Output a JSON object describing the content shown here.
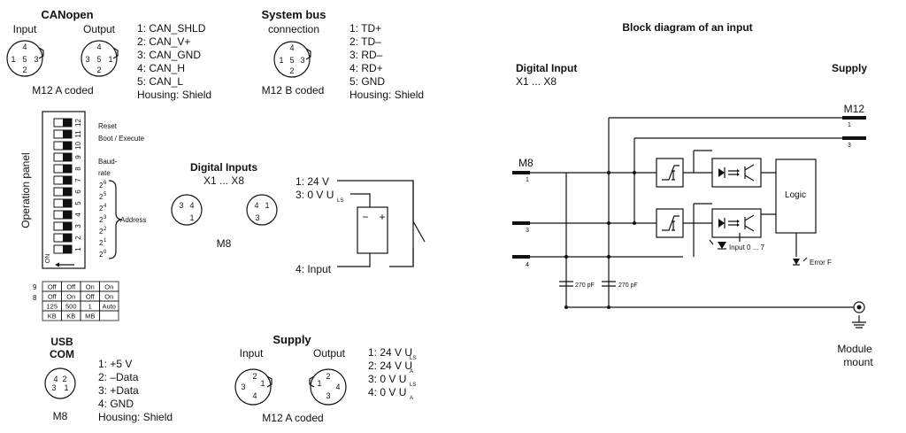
{
  "canopen": {
    "title": "CANopen",
    "input_label": "Input",
    "output_label": "Output",
    "input_pins": [
      "4",
      "1",
      "5",
      "3",
      "2"
    ],
    "output_pins": [
      "4",
      "3",
      "5",
      "1",
      "2"
    ],
    "coding": "M12 A coded",
    "pinout": [
      "1: CAN_SHLD",
      "2: CAN_V+",
      "3: CAN_GND",
      "4: CAN_H",
      "5: CAN_L",
      "Housing: Shield"
    ]
  },
  "sysbus": {
    "title": "System bus",
    "subtitle": "connection",
    "pins": [
      "4",
      "1",
      "5",
      "3",
      "2"
    ],
    "coding": "M12 B coded",
    "pinout": [
      "1: TD+",
      "2: TD–",
      "3: RD–",
      "4: RD+",
      "5: GND",
      "Housing: Shield"
    ]
  },
  "panel": {
    "title": "Operation panel",
    "switch_numbers": [
      "12",
      "11",
      "10",
      "9",
      "8",
      "7",
      "6",
      "5",
      "4",
      "3",
      "2",
      "1"
    ],
    "on_label": "ON",
    "labels": {
      "reset": "Reset",
      "boot": "Boot / Execute",
      "baud1": "Baud-",
      "baud2": "rate",
      "address": "Address"
    },
    "powers": [
      {
        "base": "2",
        "exp": "6"
      },
      {
        "base": "2",
        "exp": "5"
      },
      {
        "base": "2",
        "exp": "4"
      },
      {
        "base": "2",
        "exp": "3"
      },
      {
        "base": "2",
        "exp": "2"
      },
      {
        "base": "2",
        "exp": "1"
      },
      {
        "base": "2",
        "exp": "0"
      }
    ],
    "table_row_labels": [
      "9",
      "8"
    ],
    "table": [
      [
        "Off",
        "Off",
        "On",
        "On"
      ],
      [
        "Off",
        "On",
        "Off",
        "On"
      ],
      [
        "125",
        "500",
        "1",
        "Auto"
      ],
      [
        "KB",
        "KB",
        "MB",
        ""
      ]
    ]
  },
  "digital_inputs": {
    "title": "Digital Inputs",
    "range": "X1 ... X8",
    "conn1_pins": [
      "3",
      "4",
      "1"
    ],
    "conn2_pins": [
      "4",
      "1",
      "3"
    ],
    "conn_label": "M8",
    "lines": {
      "v24": "1: 24 V",
      "v0": "3: 0 V U",
      "v0_sub": "LS",
      "input": "4: Input"
    },
    "cap_minus": "−",
    "cap_plus": "+"
  },
  "usb": {
    "title1": "USB",
    "title2": "COM",
    "pins": [
      "4",
      "2",
      "3",
      "1"
    ],
    "conn_label": "M8",
    "pinout": [
      "1: +5 V",
      "2: –Data",
      "3: +Data",
      "4: GND",
      "Housing: Shield"
    ]
  },
  "supply": {
    "title": "Supply",
    "input_label": "Input",
    "output_label": "Output",
    "input_pins": [
      "2",
      "1",
      "3",
      "4"
    ],
    "output_pins": [
      "2",
      "1",
      "4",
      "3"
    ],
    "coding": "M12 A coded",
    "pinout": [
      {
        "main": "1: 24 V U",
        "sub": "LS"
      },
      {
        "main": "2: 24 V U",
        "sub": "A"
      },
      {
        "main": "3: 0 V U",
        "sub": "LS"
      },
      {
        "main": "4: 0 V U",
        "sub": "A"
      }
    ]
  },
  "block": {
    "title": "Block diagram of an input",
    "digital_input": "Digital Input",
    "range": "X1 ... X8",
    "supply": "Supply",
    "m12": "M12",
    "m8": "M8",
    "pin_m12_1": "1",
    "pin_m12_3": "3",
    "pin_m8_1": "1",
    "pin_m8_3": "3",
    "pin_m8_4": "4",
    "logic": "Logic",
    "input_led": "Input 0 ... 7",
    "error_led": "Error F",
    "cap1": "270 pF",
    "cap2": "270 pF",
    "module1": "Module",
    "module2": "mount"
  }
}
